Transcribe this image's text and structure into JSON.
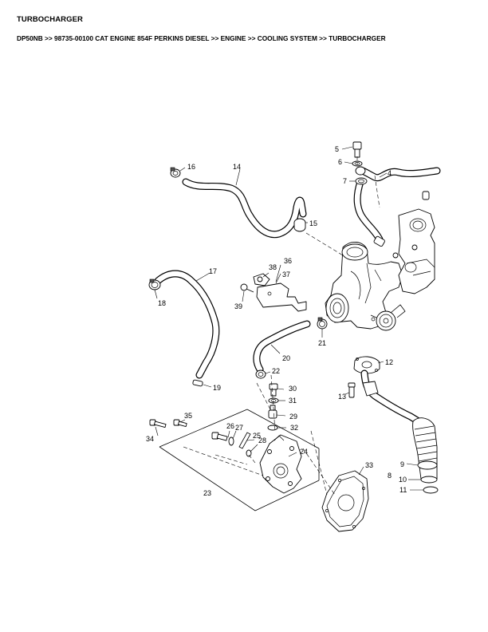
{
  "header": {
    "title": "TURBOCHARGER",
    "breadcrumb": "DP50NB >> 98735-00100 CAT ENGINE 854F PERKINS DIESEL >> ENGINE >> COOLING SYSTEM >> TURBOCHARGER"
  },
  "callouts": {
    "c4": "4",
    "c5": "5",
    "c6": "6",
    "c7": "7",
    "c8": "8",
    "c9": "9",
    "c10": "10",
    "c11": "11",
    "c12": "12",
    "c13": "13",
    "c14": "14",
    "c15": "15",
    "c16": "16",
    "c17": "17",
    "c18": "18",
    "c19": "19",
    "c20": "20",
    "c21": "21",
    "c22": "22",
    "c23": "23",
    "c24": "24",
    "c25": "25",
    "c26": "26",
    "c27": "27",
    "c28": "28",
    "c29": "29",
    "c30": "30",
    "c31": "31",
    "c32": "32",
    "c33": "33",
    "c34": "34",
    "c35": "35",
    "c36": "36",
    "c37": "37",
    "c38": "38",
    "c39": "39"
  }
}
